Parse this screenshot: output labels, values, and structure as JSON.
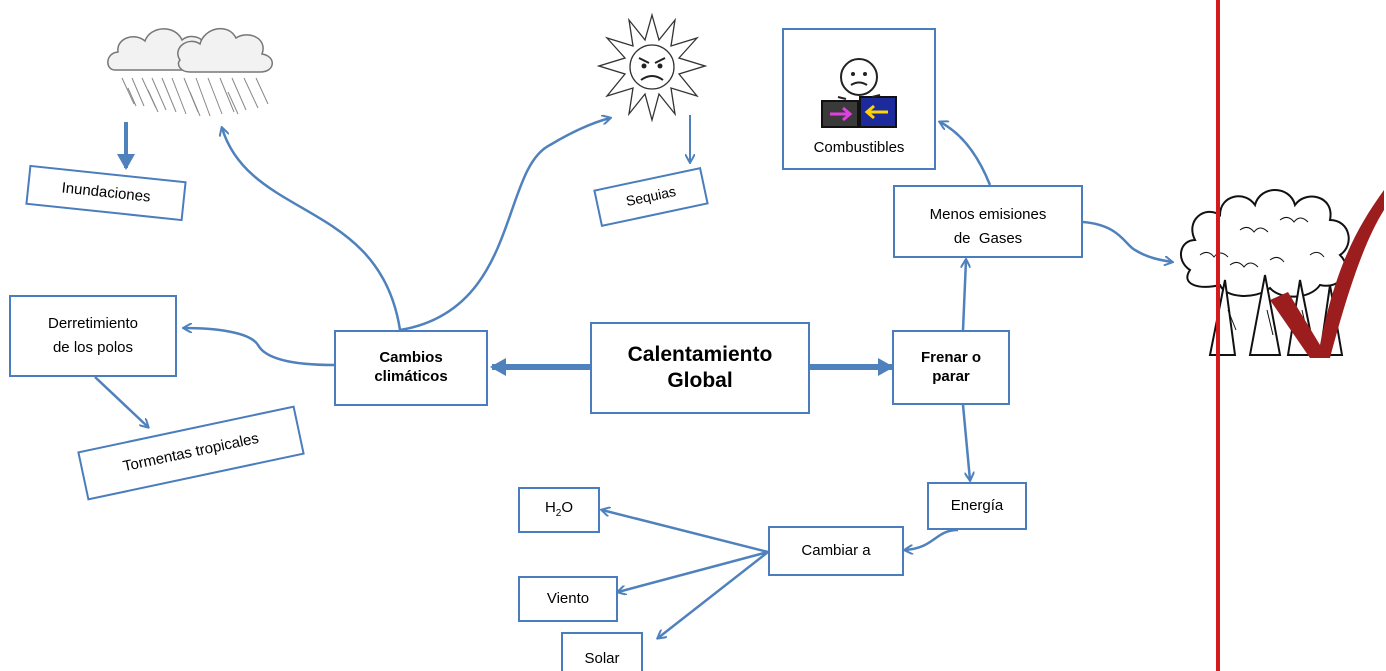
{
  "diagram": {
    "central": {
      "line1": "Calentamiento",
      "line2": "Global"
    },
    "cambios": {
      "line1": "Cambios",
      "line2": "climáticos"
    },
    "frenar": {
      "line1": "Frenar o",
      "line2": "parar"
    },
    "inundaciones": "Inundaciones",
    "sequias": "Sequias",
    "derretimiento": {
      "line1": "Derretimiento",
      "line2": "de los polos"
    },
    "tormentas": "Tormentas tropicales",
    "combustibles": "Combustibles",
    "menos_emisiones": {
      "line1": "Menos emisiones",
      "line2": "de  Gases"
    },
    "energia": "Energía",
    "cambiar_a": "Cambiar a",
    "h2o": {
      "main": "H",
      "sub": "2",
      "tail": "O"
    },
    "viento": "Viento",
    "solar": "Solar"
  },
  "colors": {
    "border": "#4a7dbd",
    "arrow": "#4f81bd",
    "divider": "#d41a1a",
    "checkmark": "#9b1d1d"
  },
  "icons": [
    "rain-cloud-icon",
    "angry-sun-icon",
    "person-with-fuel-icon",
    "trees-with-checkmark-icon"
  ]
}
